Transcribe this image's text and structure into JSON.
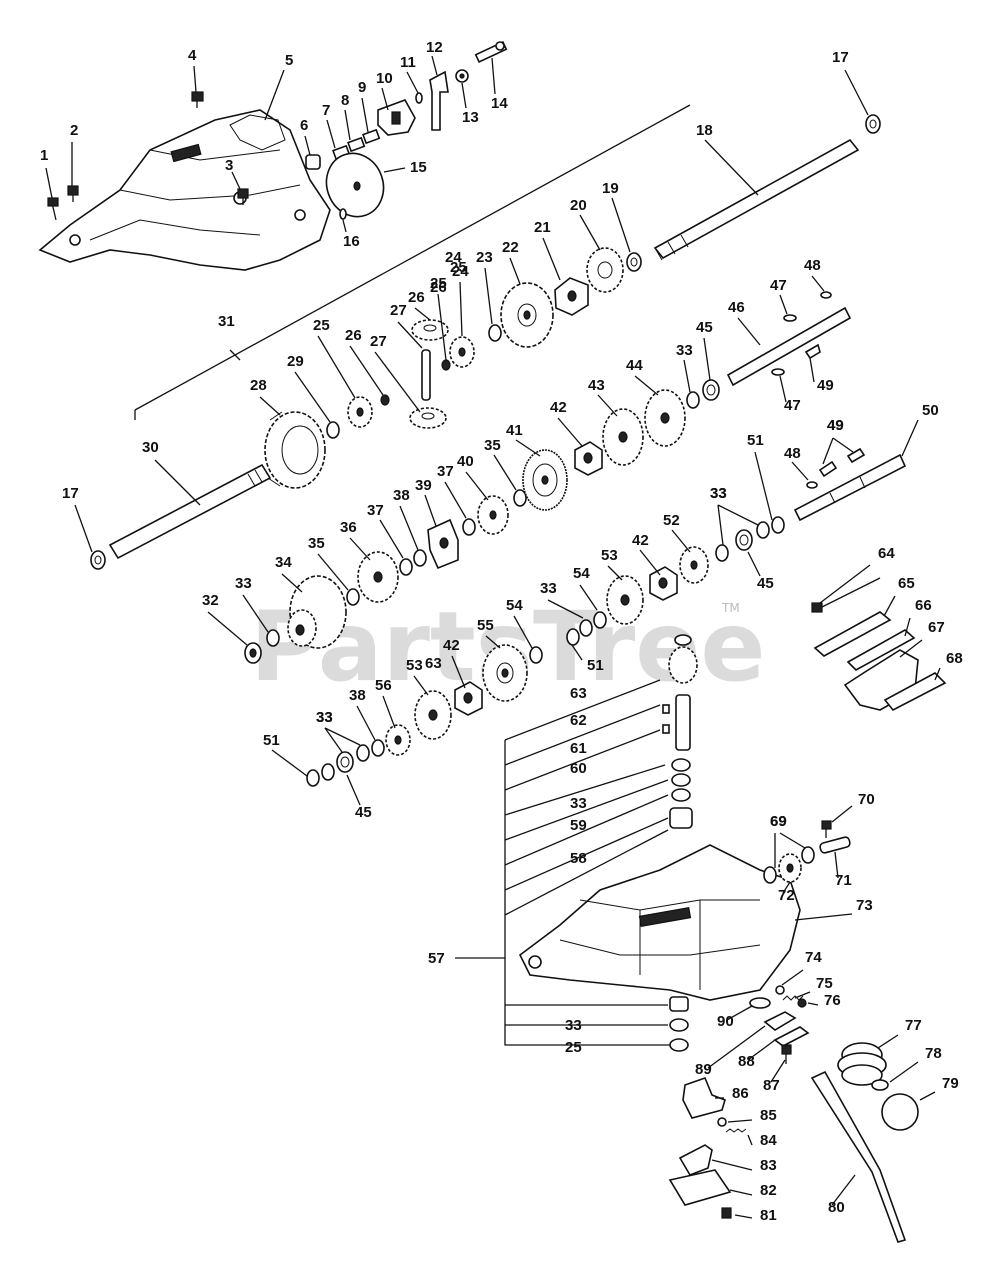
{
  "watermark": {
    "text": "PartsTree",
    "tm": "TM"
  },
  "callouts": [
    "1",
    "2",
    "3",
    "4",
    "5",
    "6",
    "7",
    "8",
    "9",
    "10",
    "11",
    "12",
    "13",
    "14",
    "15",
    "16",
    "17",
    "18",
    "19",
    "20",
    "21",
    "22",
    "23",
    "24",
    "25",
    "26",
    "27",
    "28",
    "29",
    "30",
    "31",
    "32",
    "33",
    "34",
    "35",
    "36",
    "37",
    "38",
    "39",
    "40",
    "41",
    "42",
    "43",
    "44",
    "45",
    "46",
    "47",
    "48",
    "49",
    "50",
    "51",
    "52",
    "53",
    "54",
    "55",
    "56",
    "57",
    "58",
    "59",
    "60",
    "61",
    "62",
    "63",
    "64",
    "65",
    "66",
    "67",
    "68",
    "69",
    "70",
    "71",
    "72",
    "73",
    "74",
    "75",
    "76",
    "77",
    "78",
    "79",
    "80",
    "81",
    "82",
    "83",
    "84",
    "85",
    "86",
    "87",
    "88",
    "89",
    "90"
  ]
}
